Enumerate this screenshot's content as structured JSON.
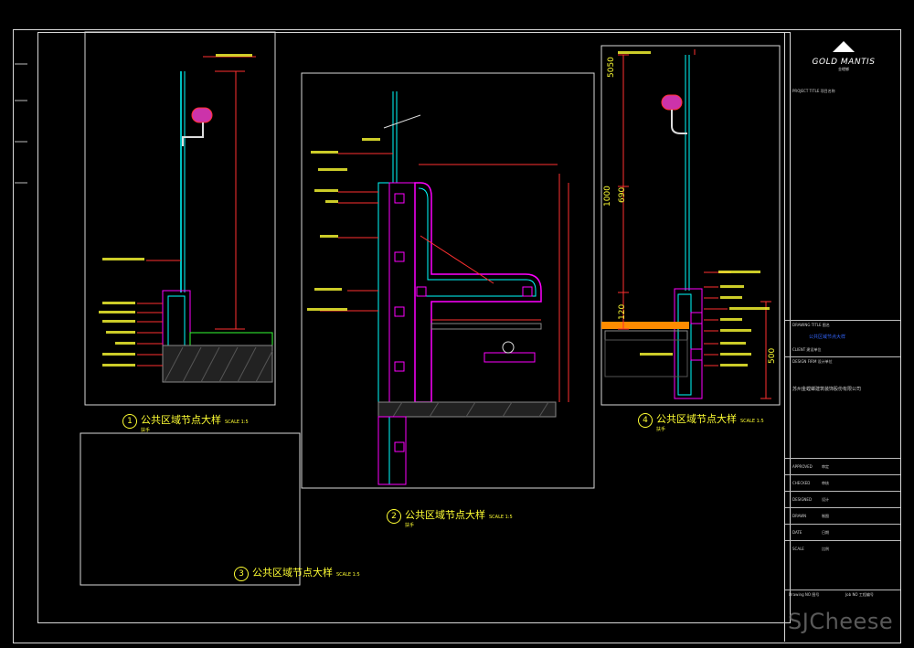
{
  "drawing": {
    "details": [
      {
        "number": "1",
        "title": "公共区域节点大样",
        "scale": "SCALE 1:5",
        "note": "扶手"
      },
      {
        "number": "2",
        "title": "公共区域节点大样",
        "scale": "SCALE 1:5",
        "note": "扶手"
      },
      {
        "number": "3",
        "title": "公共区域节点大样",
        "scale": "SCALE 1:5",
        "note": ""
      },
      {
        "number": "4",
        "title": "公共区域节点大样",
        "scale": "SCALE 1:5",
        "note": "扶手"
      }
    ],
    "dimensions_detail4": [
      "5050",
      "1000",
      "690",
      "120",
      "500"
    ]
  },
  "title_block": {
    "logo_text": "GOLD MANTIS",
    "logo_sub": "金螳螂",
    "project_title": "PROJECT TITLE 项目名称",
    "drawing_title": "DRAWING TITLE 图名",
    "drawing_title_value": "公共区域节点大样",
    "client": "CLIENT 建设单位",
    "design_firm_label": "DESIGN FIRM 设计单位",
    "design_firm": "苏州金螳螂建筑装饰股份有限公司",
    "rows": [
      {
        "label": "APPROVED",
        "value": "审定"
      },
      {
        "label": "CHECKED",
        "value": "审核"
      },
      {
        "label": "DESIGNED",
        "value": "设计"
      },
      {
        "label": "DRAWN",
        "value": "制图"
      },
      {
        "label": "DATE",
        "value": "日期"
      },
      {
        "label": "SCALE",
        "value": "比例"
      }
    ],
    "drawing_no": "Drawing NO 图号",
    "job_no": "Job NO 工程编号"
  },
  "watermark": "SJCheese",
  "colors": {
    "frame": "#d8d8d8",
    "label": "#ffff33",
    "cyan": "#00ffff",
    "magenta": "#ff00ff",
    "red": "#ff3030",
    "orange": "#ff8c00",
    "green": "#33ff33",
    "blue": "#3366ff"
  }
}
